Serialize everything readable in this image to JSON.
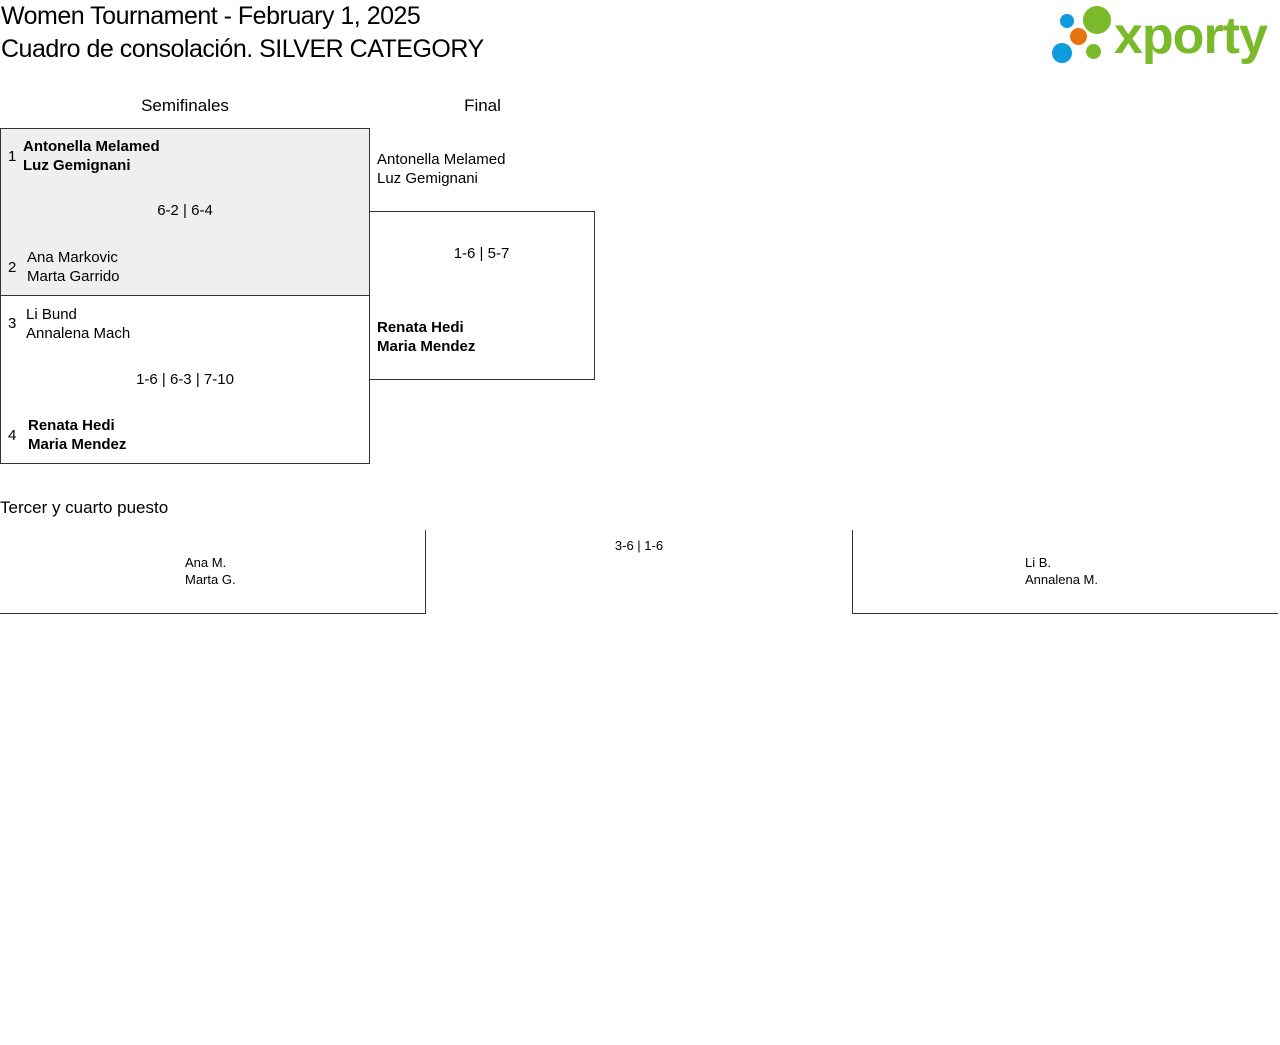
{
  "header": {
    "title_line1": "Women Tournament - February 1, 2025",
    "title_line2": "Cuadro de consolación. SILVER CATEGORY",
    "logo_text": "xporty"
  },
  "colors": {
    "logo_green": "#7ab929",
    "logo_blue": "#0e9be0",
    "logo_orange": "#e5730f",
    "winner_bg": "#efefef"
  },
  "rounds": [
    "Semifinales",
    "Final"
  ],
  "semis": [
    {
      "seed_a": "1",
      "team_a": [
        "Antonella Melamed",
        "Luz Gemignani"
      ],
      "seed_b": "2",
      "team_b": [
        "Ana Markovic",
        "Marta Garrido"
      ],
      "score": "6-2 | 6-4"
    },
    {
      "seed_a": "3",
      "team_a": [
        "Li Bund",
        "Annalena Mach"
      ],
      "seed_b": "4",
      "team_b": [
        "Renata Hedi",
        "Maria Mendez"
      ],
      "score": "1-6 | 6-3 | 7-10"
    }
  ],
  "final": {
    "team_a": [
      "Antonella Melamed",
      "Luz Gemignani"
    ],
    "team_b": [
      "Renata Hedi",
      "Maria Mendez"
    ],
    "score": "1-6 | 5-7"
  },
  "third_place": {
    "title": "Tercer y cuarto puesto",
    "team_a": [
      "Ana M.",
      "Marta G."
    ],
    "team_b": [
      "Li B.",
      "Annalena M."
    ],
    "score": "3-6 | 1-6"
  }
}
